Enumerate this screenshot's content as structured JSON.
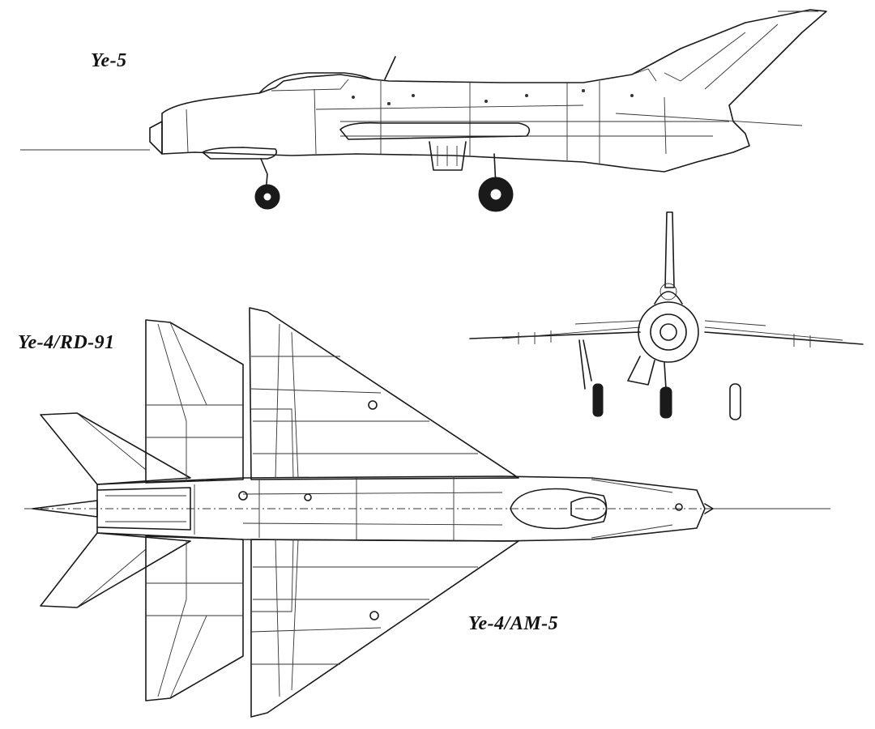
{
  "views": {
    "side": {
      "label": "Ye-5"
    },
    "top_upper": {
      "label": "Ye-4/RD-91"
    },
    "top_lower": {
      "label": "Ye-4/AM-5"
    },
    "front": {
      "label": ""
    }
  },
  "colors": {
    "line": "#1a1a1a",
    "background": "#ffffff"
  }
}
